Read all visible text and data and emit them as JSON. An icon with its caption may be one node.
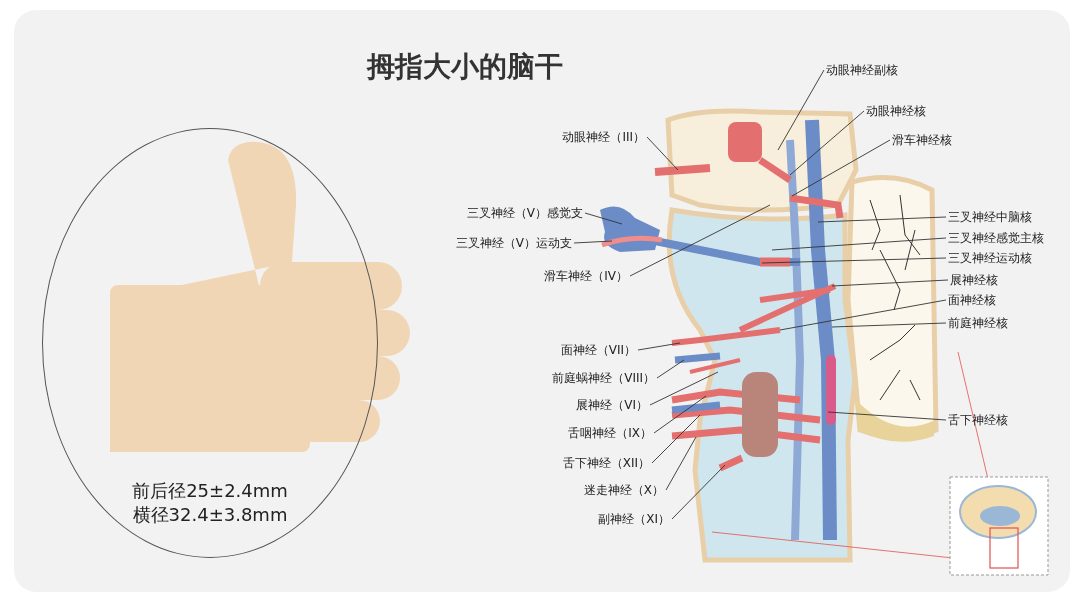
{
  "diagram": {
    "title": "拇指大小的脑干",
    "nodes": [
      {
        "text": [
          "前后径25±2.4mm",
          "横径32.4±3.8mm"
        ]
      },
      {
        "text": [
          "动眼神经副核"
        ]
      },
      {
        "text": [
          "动眼神经核"
        ]
      },
      {
        "text": [
          "动眼神经（III）"
        ]
      },
      {
        "text": [
          "滑车神经核"
        ]
      },
      {
        "text": [
          "三叉神经（V）感觉支"
        ]
      },
      {
        "text": [
          "三叉神经中脑核"
        ]
      },
      {
        "text": [
          "三叉神经感觉主核"
        ]
      },
      {
        "text": [
          "三叉神经（V）运动支"
        ]
      },
      {
        "text": [
          "三叉神经运动核"
        ]
      },
      {
        "text": [
          "滑车神经（IV）"
        ]
      },
      {
        "text": [
          "展神经核"
        ]
      },
      {
        "text": [
          "面神经核"
        ]
      },
      {
        "text": [
          "前庭神经核"
        ]
      },
      {
        "text": [
          "面神经（VII）"
        ]
      },
      {
        "text": [
          "前庭蜗神经（VIII）"
        ]
      },
      {
        "text": [
          "展神经（VI）"
        ]
      },
      {
        "text": [
          "舌下神经核"
        ]
      },
      {
        "text": [
          "舌咽神经（IX）"
        ]
      },
      {
        "text": [
          "舌下神经（XII）"
        ]
      },
      {
        "text": [
          "迷走神经（X）"
        ]
      },
      {
        "text": [
          "副神经（XI）"
        ]
      }
    ],
    "edges": [
      {
        "from": 1,
        "to": null,
        "arrow": "none"
      },
      {
        "from": 2,
        "to": null,
        "arrow": "none"
      },
      {
        "from": 3,
        "to": null,
        "arrow": "none"
      },
      {
        "from": 4,
        "to": null,
        "arrow": "none"
      },
      {
        "from": 5,
        "to": null,
        "arrow": "none"
      },
      {
        "from": 6,
        "to": null,
        "arrow": "none"
      },
      {
        "from": 7,
        "to": null,
        "arrow": "none"
      },
      {
        "from": 8,
        "to": null,
        "arrow": "none"
      },
      {
        "from": 9,
        "to": null,
        "arrow": "none"
      },
      {
        "from": 10,
        "to": null,
        "arrow": "none"
      },
      {
        "from": 11,
        "to": null,
        "arrow": "none"
      },
      {
        "from": 12,
        "to": null,
        "arrow": "none"
      },
      {
        "from": 13,
        "to": null,
        "arrow": "none"
      },
      {
        "from": 14,
        "to": null,
        "arrow": "none"
      },
      {
        "from": 15,
        "to": null,
        "arrow": "none"
      },
      {
        "from": 16,
        "to": null,
        "arrow": "none"
      },
      {
        "from": 17,
        "to": null,
        "arrow": "none"
      },
      {
        "from": 18,
        "to": null,
        "arrow": "none"
      },
      {
        "from": 19,
        "to": null,
        "arrow": "none"
      },
      {
        "from": 20,
        "to": null,
        "arrow": "none"
      },
      {
        "from": 21,
        "to": null,
        "arrow": "none"
      }
    ]
  }
}
